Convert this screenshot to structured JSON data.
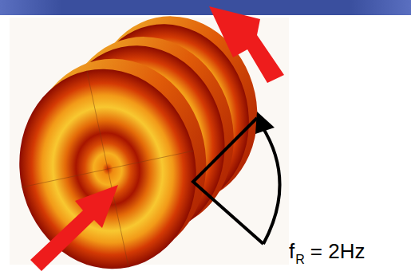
{
  "diagram": {
    "labels": [
      "f",
      "R",
      "= 2Hz"
    ]
  }
}
